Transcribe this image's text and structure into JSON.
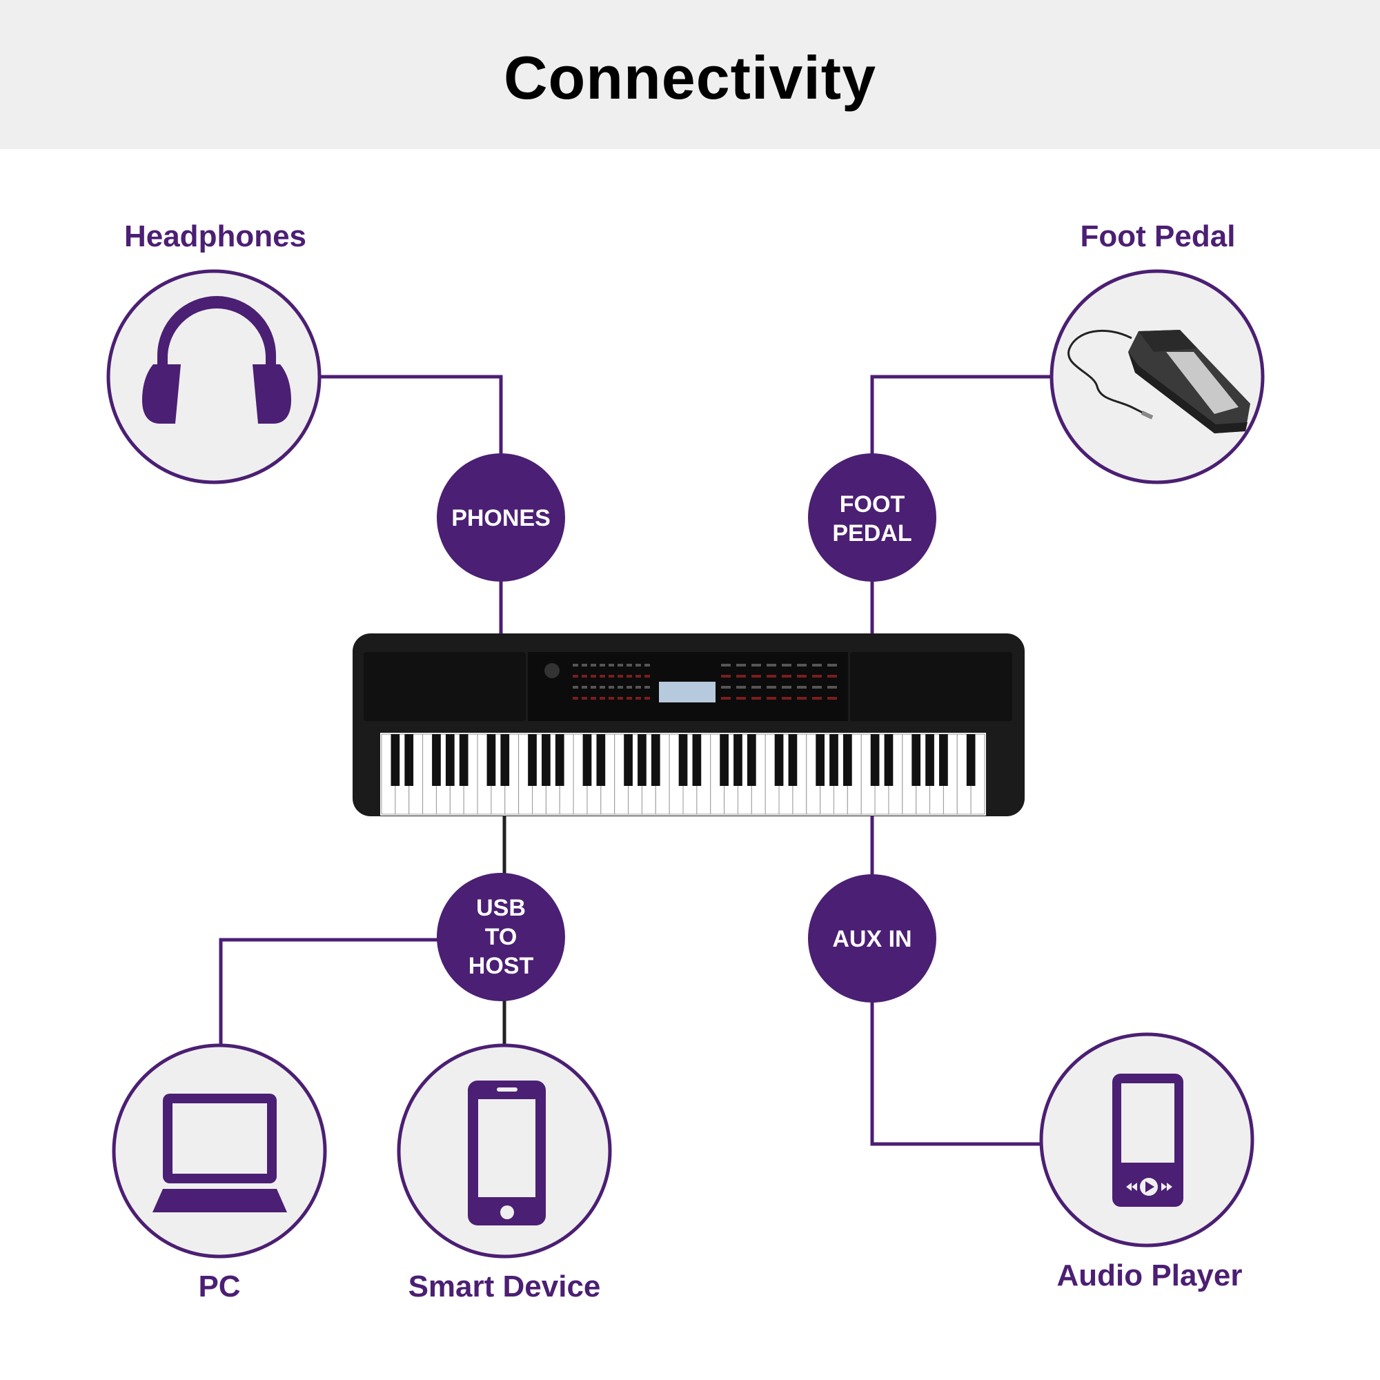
{
  "title": "Connectivity",
  "colors": {
    "purple": "#4b1f73",
    "circle_fill": "#efefef",
    "header_bg": "#efefef",
    "line": "#4b1f73"
  },
  "devices": {
    "headphones": {
      "label": "Headphones",
      "icon": "headphones-icon"
    },
    "foot_pedal": {
      "label": "Foot Pedal",
      "icon": "foot-pedal-photo"
    },
    "pc": {
      "label": "PC",
      "icon": "laptop-icon"
    },
    "smart_device": {
      "label": "Smart Device",
      "icon": "smartphone-icon"
    },
    "audio_player": {
      "label": "Audio Player",
      "icon": "audio-player-icon"
    }
  },
  "ports": {
    "phones": [
      "PHONES"
    ],
    "foot_pedal": [
      "FOOT",
      "PEDAL"
    ],
    "usb_to_host": [
      "USB",
      "TO",
      "HOST"
    ],
    "aux_in": [
      "AUX IN"
    ]
  },
  "keyboard": {
    "icon": "keyboard-image"
  }
}
